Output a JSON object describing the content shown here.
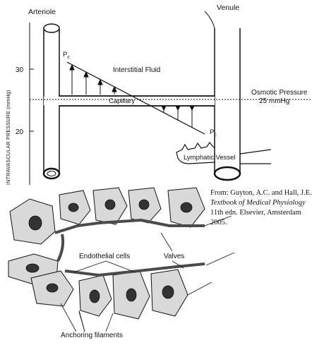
{
  "top_diagram": {
    "arteriole_label": "Arteriole",
    "venule_label": "Venule",
    "y_axis_label": "INTRAVASCULAR PRESSURE (mmHg)",
    "y_ticks": [
      "30",
      "20"
    ],
    "interstitial_fluid_label": "Interstitial Fluid",
    "capillary_label": "Capillary",
    "osmotic_pressure_label": "Osmotic Pressure",
    "osmotic_pressure_value": "25 mmHg",
    "pc_symbol": "P",
    "pc_subscript": "c",
    "lymphatic_vessel_label": "Lymphatic Vessel"
  },
  "citation": {
    "line1": "From: Guyton, A.C. and Hall, J.E.",
    "line2": "Textbook of Medical Physiology",
    "line3": "11th edn.  Elsevier, Amsterdam",
    "line4": "2005."
  },
  "bottom_diagram": {
    "endothelial_cells_label": "Endothelial cells",
    "valves_label": "Valves",
    "anchoring_filaments_label": "Anchoring filaments"
  },
  "colors": {
    "ink": "#111111",
    "cell_fill": "#d9d9d9",
    "nucleus_fill": "#333333",
    "vessel_fill": "#4a4a4a"
  }
}
